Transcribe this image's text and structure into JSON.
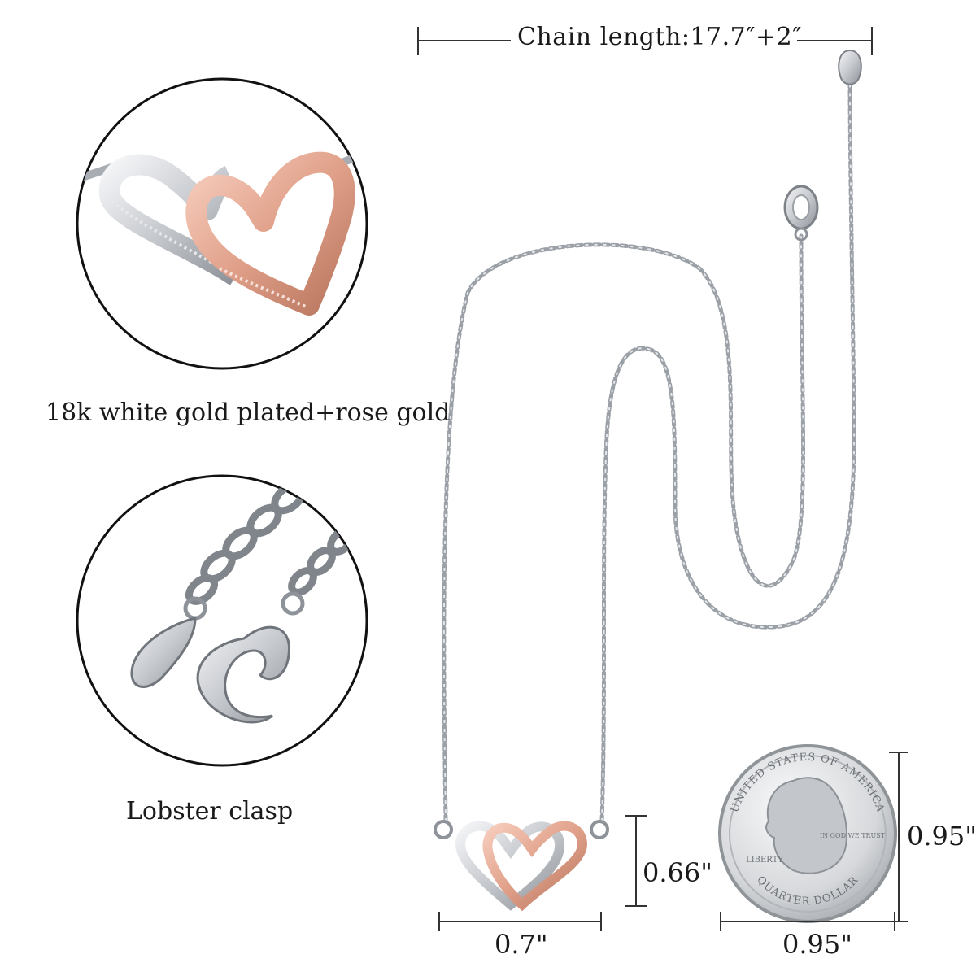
{
  "chain_length_label": "Chain length:17.7″+2″",
  "material_caption": "18k white gold plated+rose gold",
  "clasp_caption": "Lobster clasp",
  "pendant_height": "0.66\"",
  "pendant_width": "0.7\"",
  "coin_height": "0.95\"",
  "coin_width": "0.95\"",
  "coin": {
    "top_text": "UNITED STATES OF AMERICA",
    "bottom_text": "QUARTER DOLLAR",
    "motto": "IN GOD WE TRUST",
    "liberty": "LIBERTY"
  },
  "colors": {
    "silver": "#c9ccd1",
    "silver_dark": "#8e9399",
    "rose_gold": "#e0a089",
    "rose_gold_dark": "#b9765f",
    "line": "#333333"
  }
}
